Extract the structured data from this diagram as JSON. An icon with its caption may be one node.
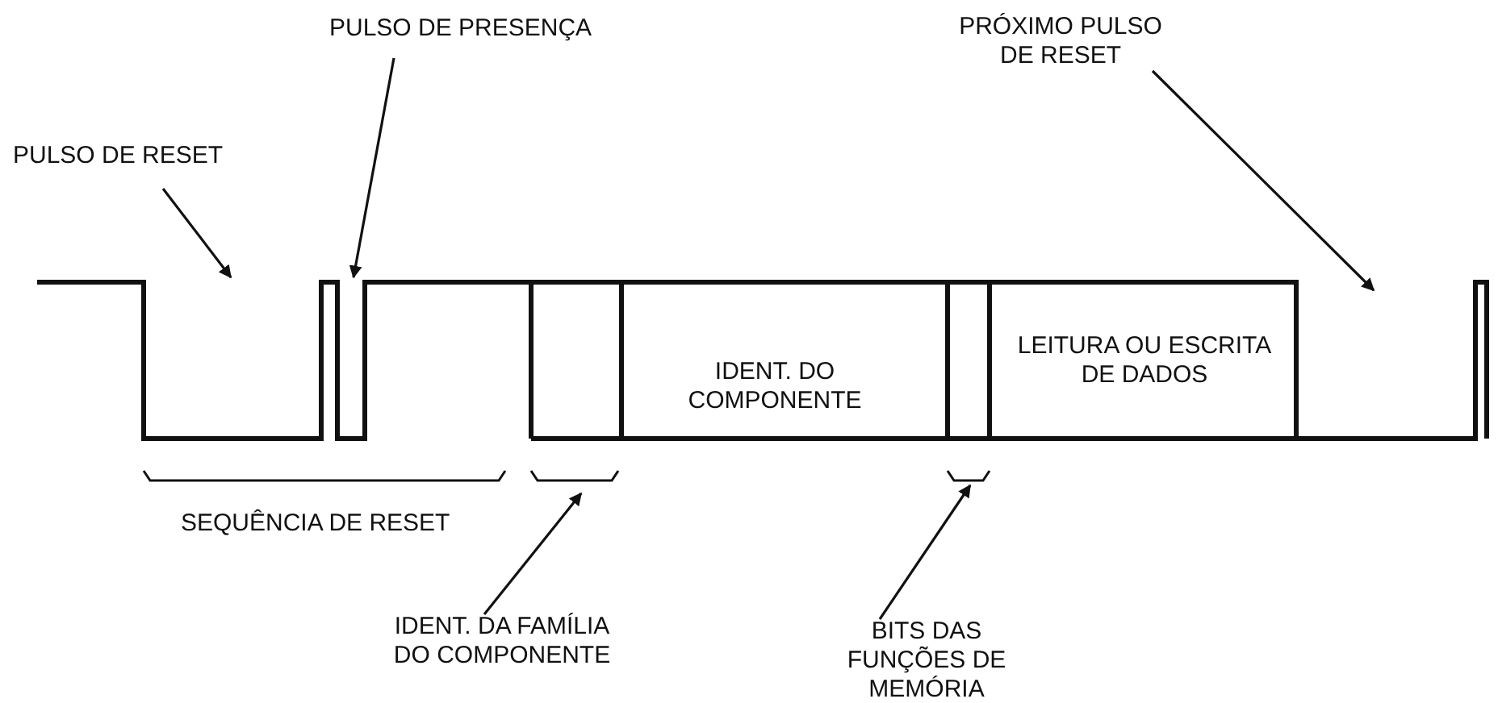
{
  "diagram": {
    "nodes": [
      {
        "text": [
          "PULSO DE RESET"
        ]
      },
      {
        "text": [
          "PULSO DE PRESENÇA"
        ]
      },
      {
        "text": [
          "PRÓXIMO PULSO DE RESET"
        ]
      },
      {
        "text": [
          "IDENT. DA FAMÍLIA DO COMPONENTE"
        ]
      },
      {
        "text": [
          "BITS DAS FUNÇÕES DE MEMÓRIA"
        ]
      }
    ],
    "edges": [
      {
        "from": 0,
        "to": null,
        "arrow": "to"
      },
      {
        "from": 1,
        "to": null,
        "arrow": "to"
      },
      {
        "from": 2,
        "to": null,
        "arrow": "to"
      },
      {
        "from": 3,
        "to": null,
        "arrow": "to"
      },
      {
        "from": 4,
        "to": null,
        "arrow": "to"
      }
    ],
    "labels": [
      "IDENT. DO COMPONENTE",
      "LEITURA OU ESCRITA DE DADOS",
      "SEQUÊNCIA DE RESET"
    ]
  }
}
